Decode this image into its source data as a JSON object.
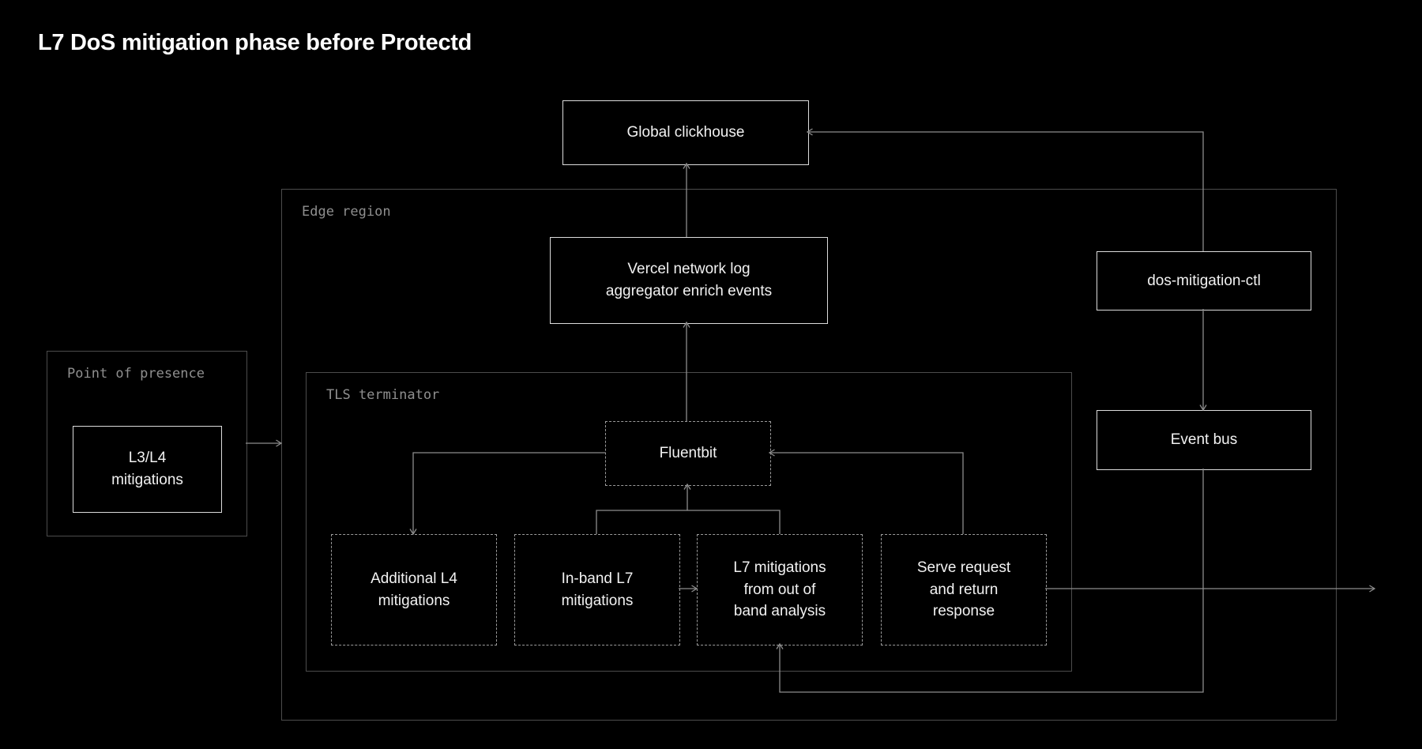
{
  "title": "L7 DoS mitigation phase before Protectd",
  "containers": {
    "edge_region": "Edge region",
    "point_of_presence": "Point of presence",
    "tls_terminator": "TLS terminator"
  },
  "nodes": {
    "global_clickhouse": "Global clickhouse",
    "vercel_aggregator": "Vercel network log aggregator enrich events",
    "dos_mitigation_ctl": "dos-mitigation-ctl",
    "event_bus": "Event bus",
    "l3_l4_mitigations": "L3/L4 mitigations",
    "fluentbit": "Fluentbit",
    "additional_l4": "Additional L4 mitigations",
    "in_band_l7": "In-band L7 mitigations",
    "l7_out_of_band": "L7 mitigations from out of band analysis",
    "serve_request": "Serve request and return response"
  },
  "colors": {
    "background": "#000000",
    "node_border": "#dcdcdc",
    "dashed_node_border": "#9b9b9b",
    "container_border": "#4c4c4c",
    "connector_line": "#8c8c8c",
    "node_text": "#f2f2f2",
    "container_label_text": "#8f8f8f",
    "title_text": "#ffffff"
  }
}
